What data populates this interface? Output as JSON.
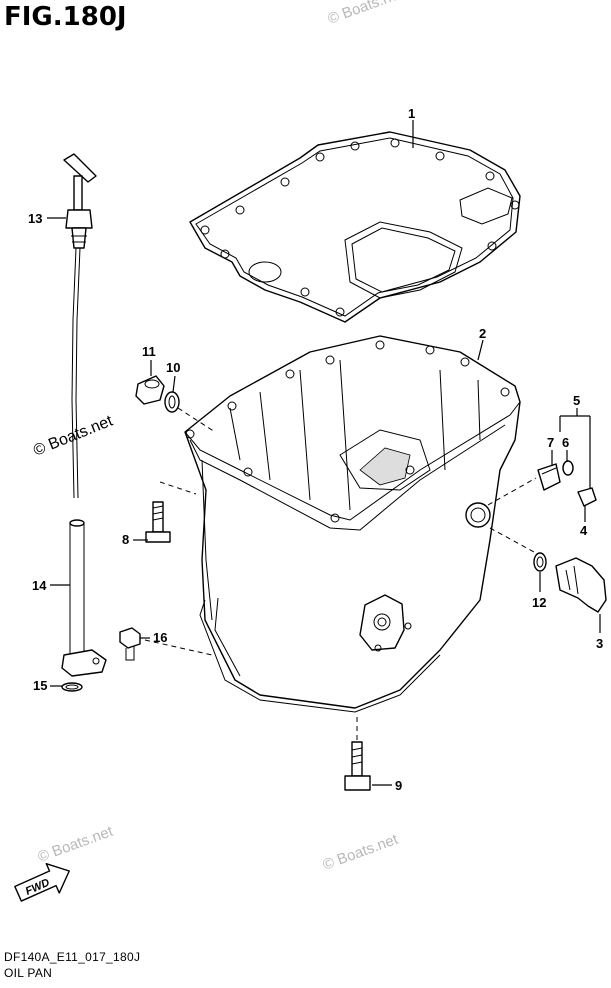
{
  "figure": {
    "title": "FIG.180J",
    "code": "DF140A_E11_017_180J",
    "name": "OIL PAN"
  },
  "callouts": [
    {
      "id": "1",
      "label": "1"
    },
    {
      "id": "2",
      "label": "2"
    },
    {
      "id": "3",
      "label": "3"
    },
    {
      "id": "4",
      "label": "4"
    },
    {
      "id": "5",
      "label": "5"
    },
    {
      "id": "6",
      "label": "6"
    },
    {
      "id": "7",
      "label": "7"
    },
    {
      "id": "8",
      "label": "8"
    },
    {
      "id": "9",
      "label": "9"
    },
    {
      "id": "10",
      "label": "10"
    },
    {
      "id": "11",
      "label": "11"
    },
    {
      "id": "12",
      "label": "12"
    },
    {
      "id": "13",
      "label": "13"
    },
    {
      "id": "14",
      "label": "14"
    },
    {
      "id": "15",
      "label": "15"
    },
    {
      "id": "16",
      "label": "16"
    }
  ],
  "direction_arrow": {
    "label": "FWD"
  },
  "watermark": {
    "text": "© Boats.net"
  }
}
